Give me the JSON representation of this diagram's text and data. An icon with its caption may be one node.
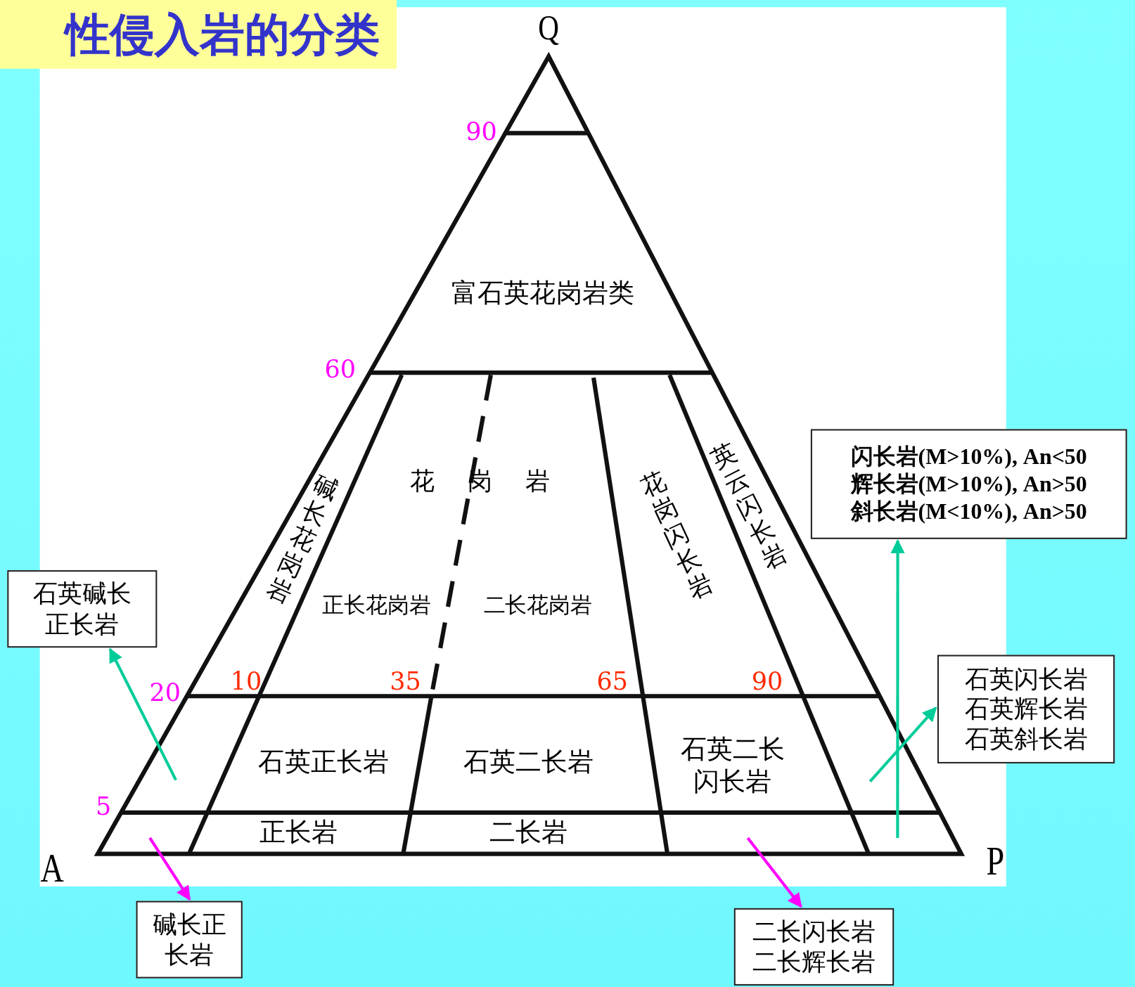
{
  "diagram": {
    "title": "性侵入岩的分类",
    "nodes": [
      {
        "text": [
          "闪长岩(M>10%), An<50",
          "辉长岩(M>10%), An>50",
          "斜长岩(M<10%), An>50"
        ]
      },
      {
        "text": [
          "石英碱长正长岩"
        ]
      },
      {
        "text": [
          "石英闪长岩",
          "石英辉长岩",
          "石英斜长岩"
        ]
      },
      {
        "text": [
          "碱长正长岩"
        ]
      },
      {
        "text": [
          "二长闪长岩",
          "二长辉长岩"
        ]
      }
    ],
    "edges": [
      {
        "from": null,
        "to": 1,
        "arrow": "to",
        "color": "#00cc99"
      },
      {
        "from": null,
        "to": 3,
        "arrow": "to",
        "color": "#ff00ff"
      },
      {
        "from": null,
        "to": 4,
        "arrow": "to",
        "color": "#ff00ff"
      },
      {
        "from": null,
        "to": 0,
        "arrow": "to",
        "color": "#00cc99"
      },
      {
        "from": null,
        "to": 2,
        "arrow": "to",
        "color": "#00cc99"
      }
    ],
    "labels": [
      "Q",
      "90",
      "富石英花岗岩类",
      "60",
      "碱长花岗岩",
      "花岗岩",
      "花岗闪长岩",
      "英云闪长岩",
      "正长花岗岩",
      "二长花岗岩",
      "20",
      "10",
      "35",
      "65",
      "90",
      "石英正长岩",
      "石英二长岩",
      "石英二长闪长岩",
      "5",
      "正长岩",
      "二长岩",
      "A",
      "P"
    ]
  }
}
